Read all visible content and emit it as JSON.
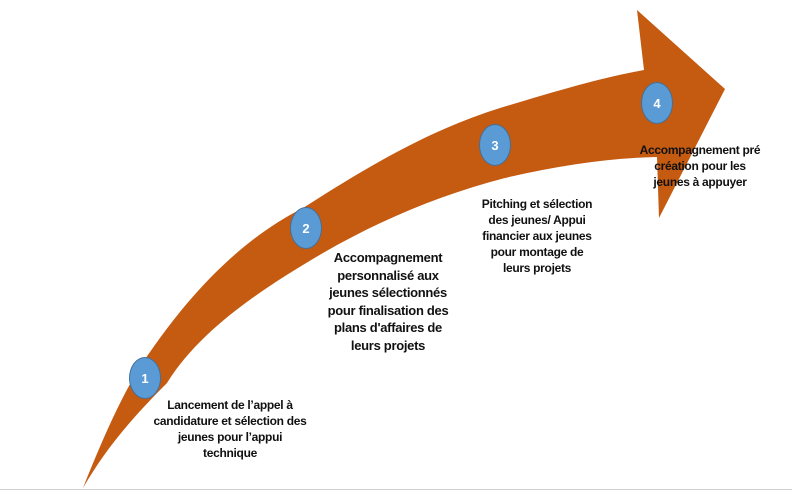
{
  "colors": {
    "arrow": "#c55a11",
    "badge": "#5b9bd5",
    "badge_border": "#41719c"
  },
  "steps": [
    {
      "number": "1",
      "lines": [
        "Lancement de l’appel à",
        "candidature et sélection des",
        "jeunes pour l’appui",
        "technique"
      ]
    },
    {
      "number": "2",
      "lines": [
        "Accompagnement",
        "personnalisé aux",
        "jeunes sélectionnés",
        "pour finalisation des",
        "plans d'affaires de",
        "leurs projets"
      ]
    },
    {
      "number": "3",
      "lines": [
        "Pitching et sélection",
        "des jeunes/ Appui",
        "financier aux jeunes",
        "pour montage de",
        "leurs projets"
      ]
    },
    {
      "number": "4",
      "lines": [
        "Accompagnement pré",
        "création pour les",
        "jeunes à appuyer"
      ]
    }
  ]
}
